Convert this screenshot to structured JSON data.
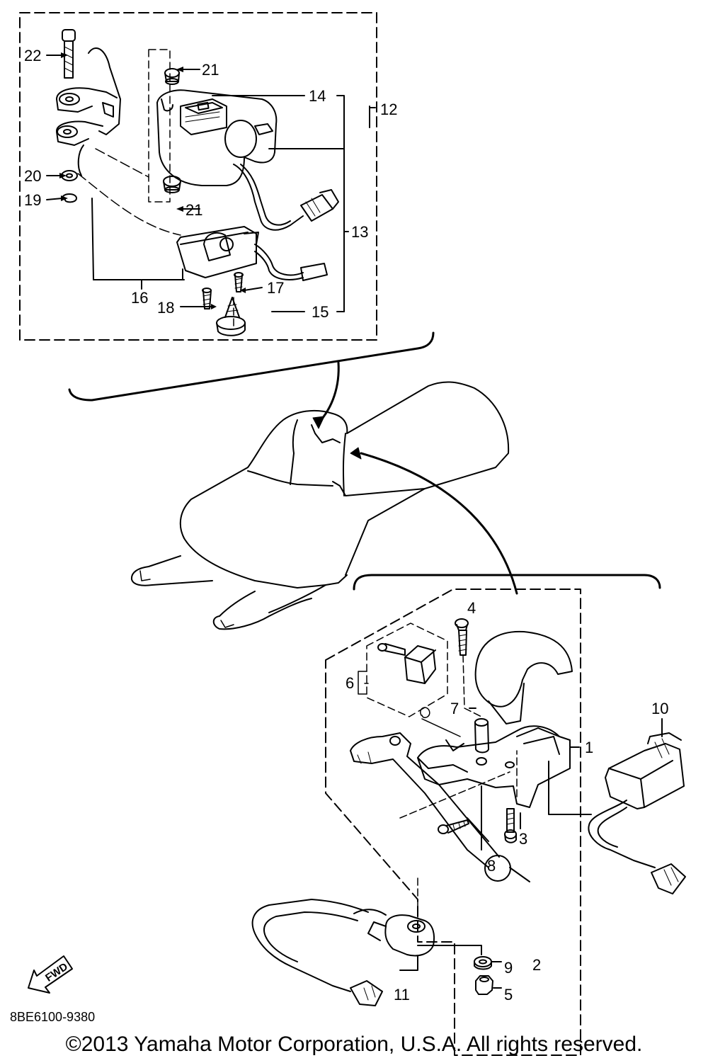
{
  "diagram": {
    "callouts": {
      "c1": "1",
      "c2": "2",
      "c3": "3",
      "c4": "4",
      "c5": "5",
      "c6": "6",
      "c7": "7",
      "c8": "8",
      "c9": "9",
      "c10": "10",
      "c11": "11",
      "c12": "12",
      "c13": "13",
      "c14": "14",
      "c15": "15",
      "c16": "16",
      "c17": "17",
      "c18": "18",
      "c19": "19",
      "c20": "20",
      "c21a": "21",
      "c21b": "21",
      "c22": "22"
    },
    "fwd_label": "FWD",
    "drawing_code": "8BE6100-9380",
    "copyright": "©2013 Yamaha Motor Corporation, U.S.A. All rights reserved."
  }
}
